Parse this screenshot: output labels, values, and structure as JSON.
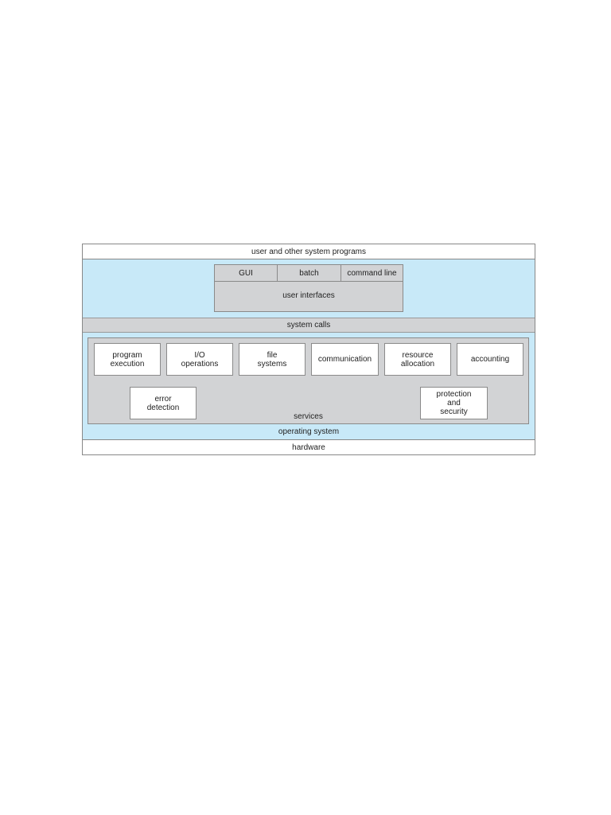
{
  "diagram": {
    "top_layer": "user and other system programs",
    "user_interfaces": {
      "tabs": [
        "GUI",
        "batch",
        "command line"
      ],
      "label": "user interfaces"
    },
    "system_calls": "system calls",
    "services": {
      "label": "services",
      "items": [
        "program\nexecution",
        "I/O\noperations",
        "file\nsystems",
        "communication",
        "resource\nallocation",
        "accounting",
        "error\ndetection",
        "protection\nand\nsecurity"
      ]
    },
    "operating_system": "operating system",
    "hardware": "hardware",
    "colors": {
      "os_background": "#c8e9f8",
      "gray_layer": "#d2d3d5",
      "box": "#ffffff"
    }
  }
}
